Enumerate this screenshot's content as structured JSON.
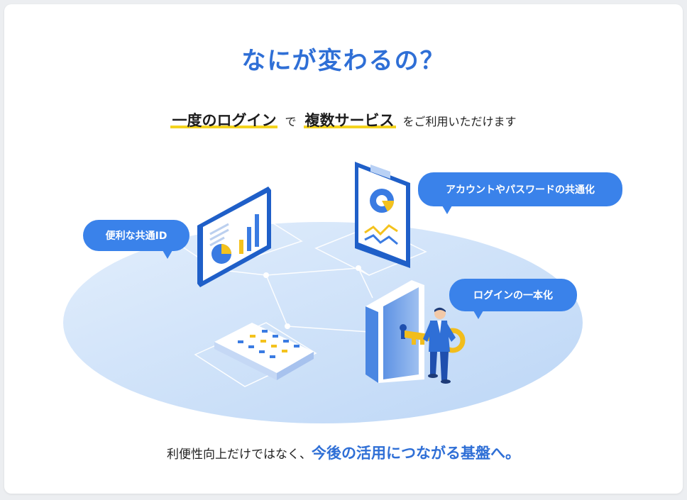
{
  "heading": "なにが変わるの？",
  "subtitle": {
    "highlight1": "一度のログイン",
    "connector": "で",
    "highlight2": "複数サービス",
    "tail": "をご利用いただけます"
  },
  "bubbles": {
    "id": "便利な共通ID",
    "accounts": "アカウントやパスワードの共通化",
    "login": "ログインの一本化"
  },
  "footer": {
    "lead": "利便性向上だけではなく、",
    "emphasis": "今後の活用につながる基盤へ。"
  },
  "colors": {
    "brand_blue": "#2f6fd6",
    "bubble_blue": "#3a82ea",
    "highlight_yellow": "#f4d31d",
    "platform_blue": "#cfe2fb"
  },
  "icons": [
    "analytics-monitor-icon",
    "clipboard-report-icon",
    "document-list-icon",
    "door-icon",
    "key-icon",
    "person-icon"
  ]
}
